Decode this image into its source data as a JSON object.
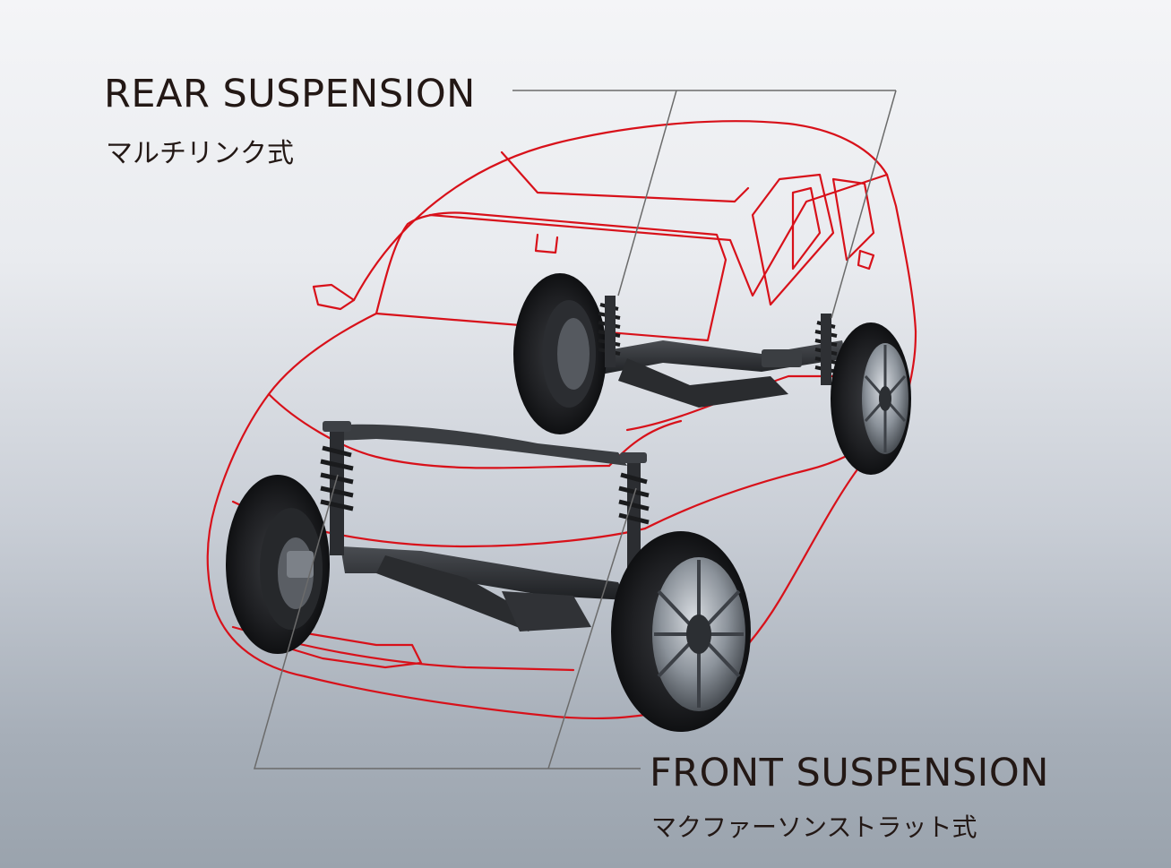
{
  "rear": {
    "title": "REAR SUSPENSION",
    "subtitle": "マルチリンク式"
  },
  "front": {
    "title": "FRONT SUSPENSION",
    "subtitle": "マクファーソンストラット式"
  },
  "colors": {
    "outline": "#d8111a",
    "leader": "#6b6b6b",
    "chassis": "#2b2d30",
    "tire": "#1c1d1f",
    "rim": "#9aa0a8"
  },
  "icons": [
    "car-outline-illustration",
    "rear-axle",
    "front-axle",
    "wheel",
    "coil-spring"
  ]
}
